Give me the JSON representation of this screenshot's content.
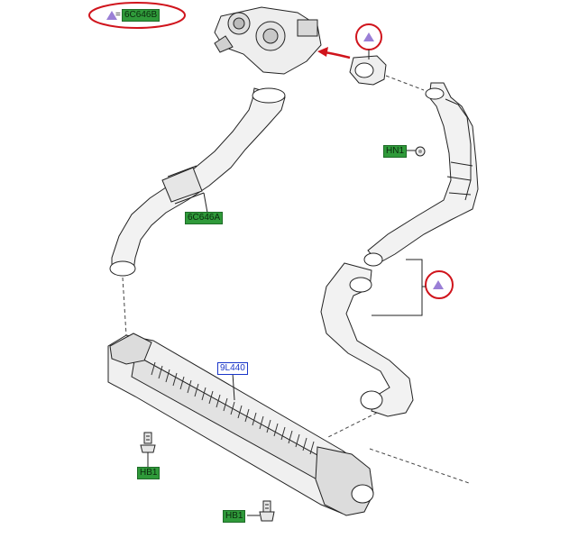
{
  "legend": {
    "symbol": "▲",
    "equals": "=",
    "code": "6C646B"
  },
  "labels": {
    "hn1": "HN1",
    "hose_6c646a": "6C646A",
    "intercooler_9l440": "9L440",
    "hb1_upper": "HB1",
    "hb1_lower": "HB1"
  },
  "colors": {
    "callout_red": "#d0141c",
    "triangle_purple": "#9a7fd6",
    "label_green": "#2f9a3a",
    "label_blue": "#1a36c9",
    "line_art": "#222222"
  }
}
